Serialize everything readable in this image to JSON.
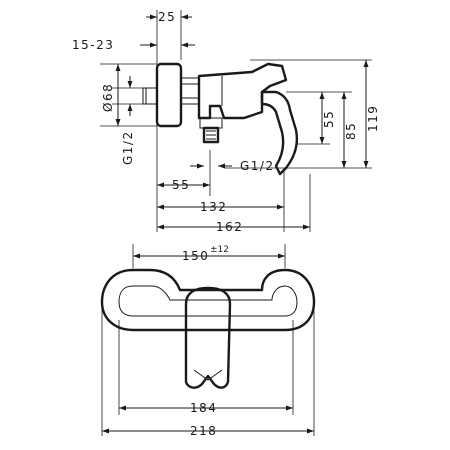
{
  "side_view": {
    "dim_offset": "25",
    "dim_wall_range": "15-23",
    "dim_diameter": "Ø68",
    "dim_inlet_thread": "G1/2",
    "dim_outlet_thread": "G1/2",
    "dim_outlet_offset": "55",
    "dim_height_small": "55",
    "dim_height_mid": "85",
    "dim_height_total": "119",
    "dim_depth_body": "132",
    "dim_depth_total": "162"
  },
  "front_view": {
    "dim_centers": "150",
    "dim_centers_tolerance": "±12",
    "dim_inner_width": "184",
    "dim_total_width": "218"
  }
}
